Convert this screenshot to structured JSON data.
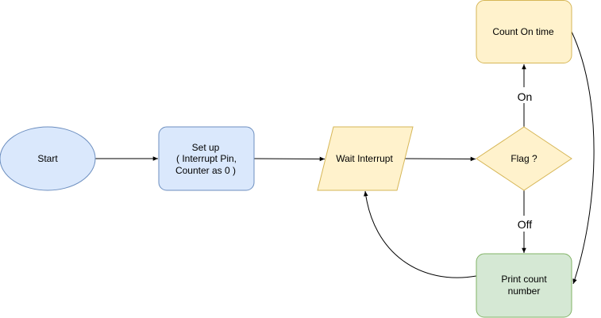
{
  "nodes": {
    "start": {
      "label": "Start",
      "shape": "ellipse",
      "fill": "#dae8fc",
      "stroke": "#6c8ebf"
    },
    "setup": {
      "lines": [
        "Set up",
        "( Interrupt Pin,",
        "Counter as 0 )"
      ],
      "shape": "rounded-rect",
      "fill": "#dae8fc",
      "stroke": "#6c8ebf"
    },
    "wait": {
      "label": "Wait Interrupt",
      "shape": "parallelogram",
      "fill": "#fff2cc",
      "stroke": "#d6b656"
    },
    "flag": {
      "label": "Flag ?",
      "shape": "diamond",
      "fill": "#fff2cc",
      "stroke": "#d6b656"
    },
    "count": {
      "label": "Count On time",
      "shape": "rounded-rect",
      "fill": "#fff2cc",
      "stroke": "#d6b656"
    },
    "print": {
      "lines": [
        "Print count",
        "number"
      ],
      "shape": "rounded-rect",
      "fill": "#d5e8d4",
      "stroke": "#82b366"
    }
  },
  "edges": {
    "on_label": "On",
    "off_label": "Off",
    "color": "#000000"
  }
}
